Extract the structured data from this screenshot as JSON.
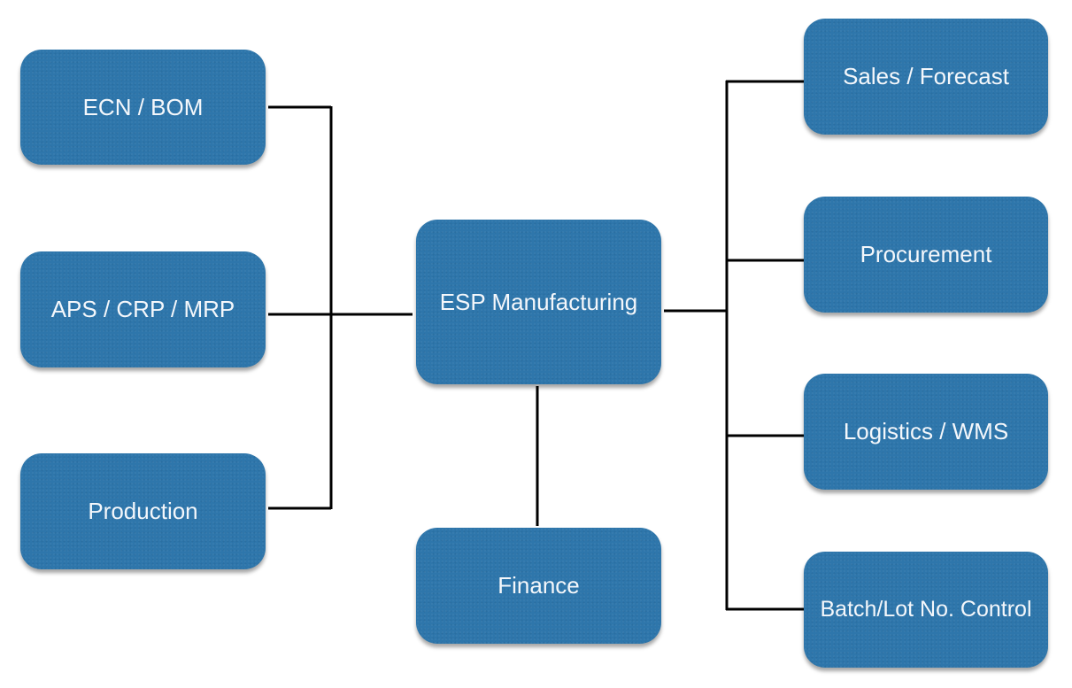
{
  "diagram": {
    "center": {
      "label": "ESP Manufacturing"
    },
    "left_modules": [
      {
        "label": "ECN / BOM"
      },
      {
        "label": "APS / CRP / MRP"
      },
      {
        "label": "Production"
      }
    ],
    "bottom_module": {
      "label": "Finance"
    },
    "right_modules": [
      {
        "label": "Sales / Forecast"
      },
      {
        "label": "Procurement"
      },
      {
        "label": "Logistics / WMS"
      },
      {
        "label": "Batch/Lot No. Control"
      }
    ],
    "colors": {
      "node_fill": "#2e76ab",
      "node_text": "#f4f7fb",
      "connector": "#000000"
    }
  }
}
